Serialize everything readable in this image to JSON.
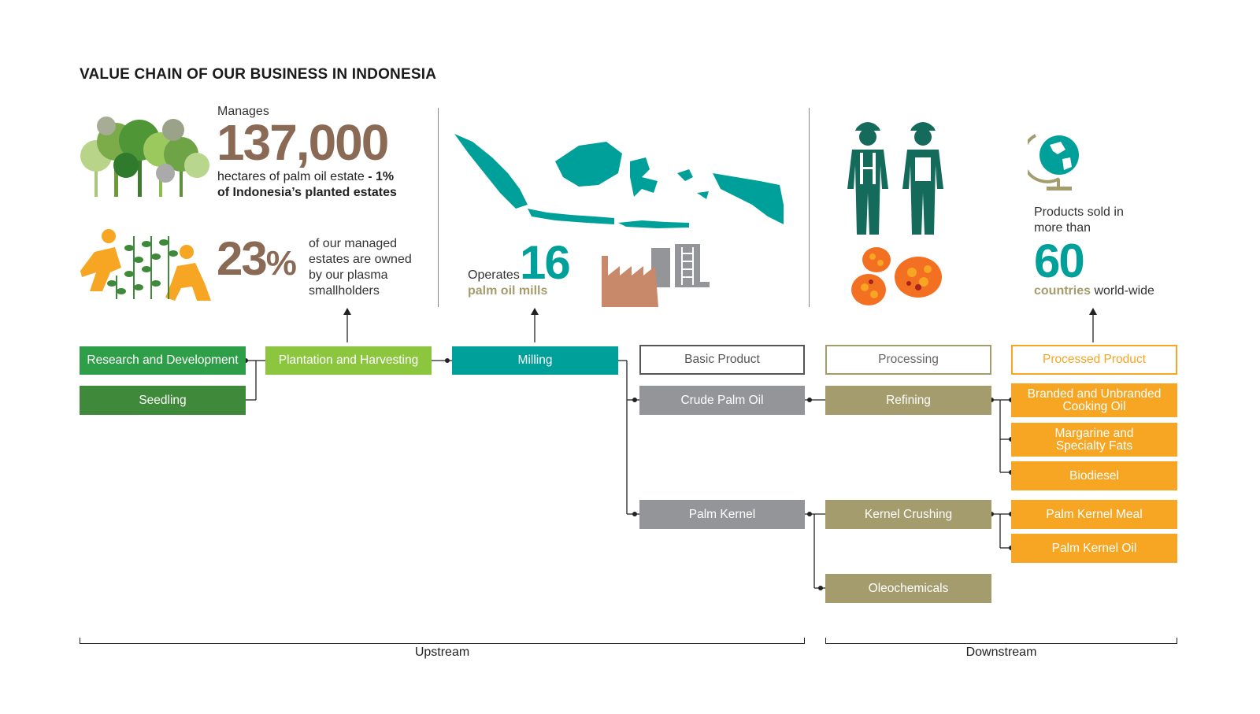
{
  "title": "VALUE CHAIN OF OUR BUSINESS IN INDONESIA",
  "colors": {
    "green_dark": "#3f8a3a",
    "green_mid": "#2e9e48",
    "green_light": "#8cc63f",
    "teal": "#00a09a",
    "grey": "#939598",
    "olive": "#a59c6d",
    "orange": "#f6a623",
    "brown": "#8a6a55"
  },
  "stats": {
    "hectares": {
      "prefix": "Manages",
      "number": "137,000",
      "line1_plain": "hectares of palm oil estate ",
      "line1_bold": "- 1%",
      "line2_bold": "of Indonesia’s planted estates"
    },
    "plasma": {
      "number": "23",
      "symbol": "%",
      "lines": [
        "of our managed",
        "estates are owned",
        "by our plasma",
        "smallholders"
      ]
    },
    "mills": {
      "prefix": "Operates",
      "number": "16",
      "label": "palm oil mills"
    },
    "countries": {
      "lines": [
        "Products sold in",
        "more than"
      ],
      "number": "60",
      "label_bold": "countries",
      "label_rest": " world-wide"
    }
  },
  "boxes": {
    "rnd": "Research and Development",
    "seedling": "Seedling",
    "plantation": "Plantation and Harvesting",
    "milling": "Milling",
    "basic_product": "Basic Product",
    "processing": "Processing",
    "processed_product": "Processed Product",
    "cpo": "Crude Palm Oil",
    "palm_kernel": "Palm Kernel",
    "refining": "Refining",
    "kernel_crushing": "Kernel Crushing",
    "oleochemicals": "Oleochemicals",
    "cooking_oil": "Branded and Unbranded Cooking Oil",
    "margarine": "Margarine and Specialty Fats",
    "biodiesel": "Biodiesel",
    "pk_meal": "Palm Kernel Meal",
    "pk_oil": "Palm Kernel Oil"
  },
  "sections": {
    "upstream": "Upstream",
    "downstream": "Downstream"
  },
  "icons": [
    "palm-trees-icon",
    "farmers-planting-icon",
    "indonesia-map-icon",
    "mill-factory-icon",
    "workers-icon",
    "palm-fruit-icon",
    "globe-icon"
  ]
}
